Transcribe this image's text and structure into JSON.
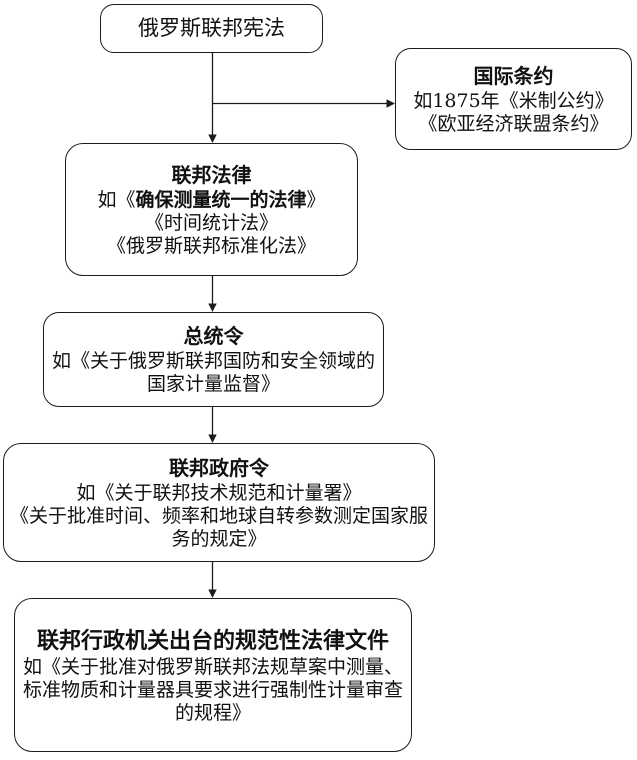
{
  "page": {
    "background": "#ffffff",
    "line_color": "#1c1c1c"
  },
  "nodes": {
    "constitution": {
      "title": "俄罗斯联邦宪法"
    },
    "treaties": {
      "title": "国际条约",
      "line1": "如1875年《米制公约》",
      "line2": "《欧亚经济联盟条约》"
    },
    "federal_laws": {
      "title": "联邦法律",
      "line1_prefix": "如《",
      "line1_bold": "确保测量统一的法律",
      "line1_suffix": "》",
      "line2": "《时间统计法》",
      "line3": "《俄罗斯联邦标准化法》"
    },
    "presidential_decree": {
      "title": "总统令",
      "line1": "如《关于俄罗斯联邦国防和安全领域的",
      "line2": "国家计量监督》"
    },
    "government_decree": {
      "title": "联邦政府令",
      "line1": "如《关于联邦技术规范和计量署》",
      "line2": "《关于批准时间、频率和地球自转参数测定国家服",
      "line3": "务的规定》"
    },
    "agency_documents": {
      "title": "联邦行政机关出台的规范性法律文件",
      "line1": "如《关于批准对俄罗斯联邦法规草案中测量、",
      "line2": "标准物质和计量器具要求进行强制性计量审查",
      "line3": "的规程》"
    }
  }
}
